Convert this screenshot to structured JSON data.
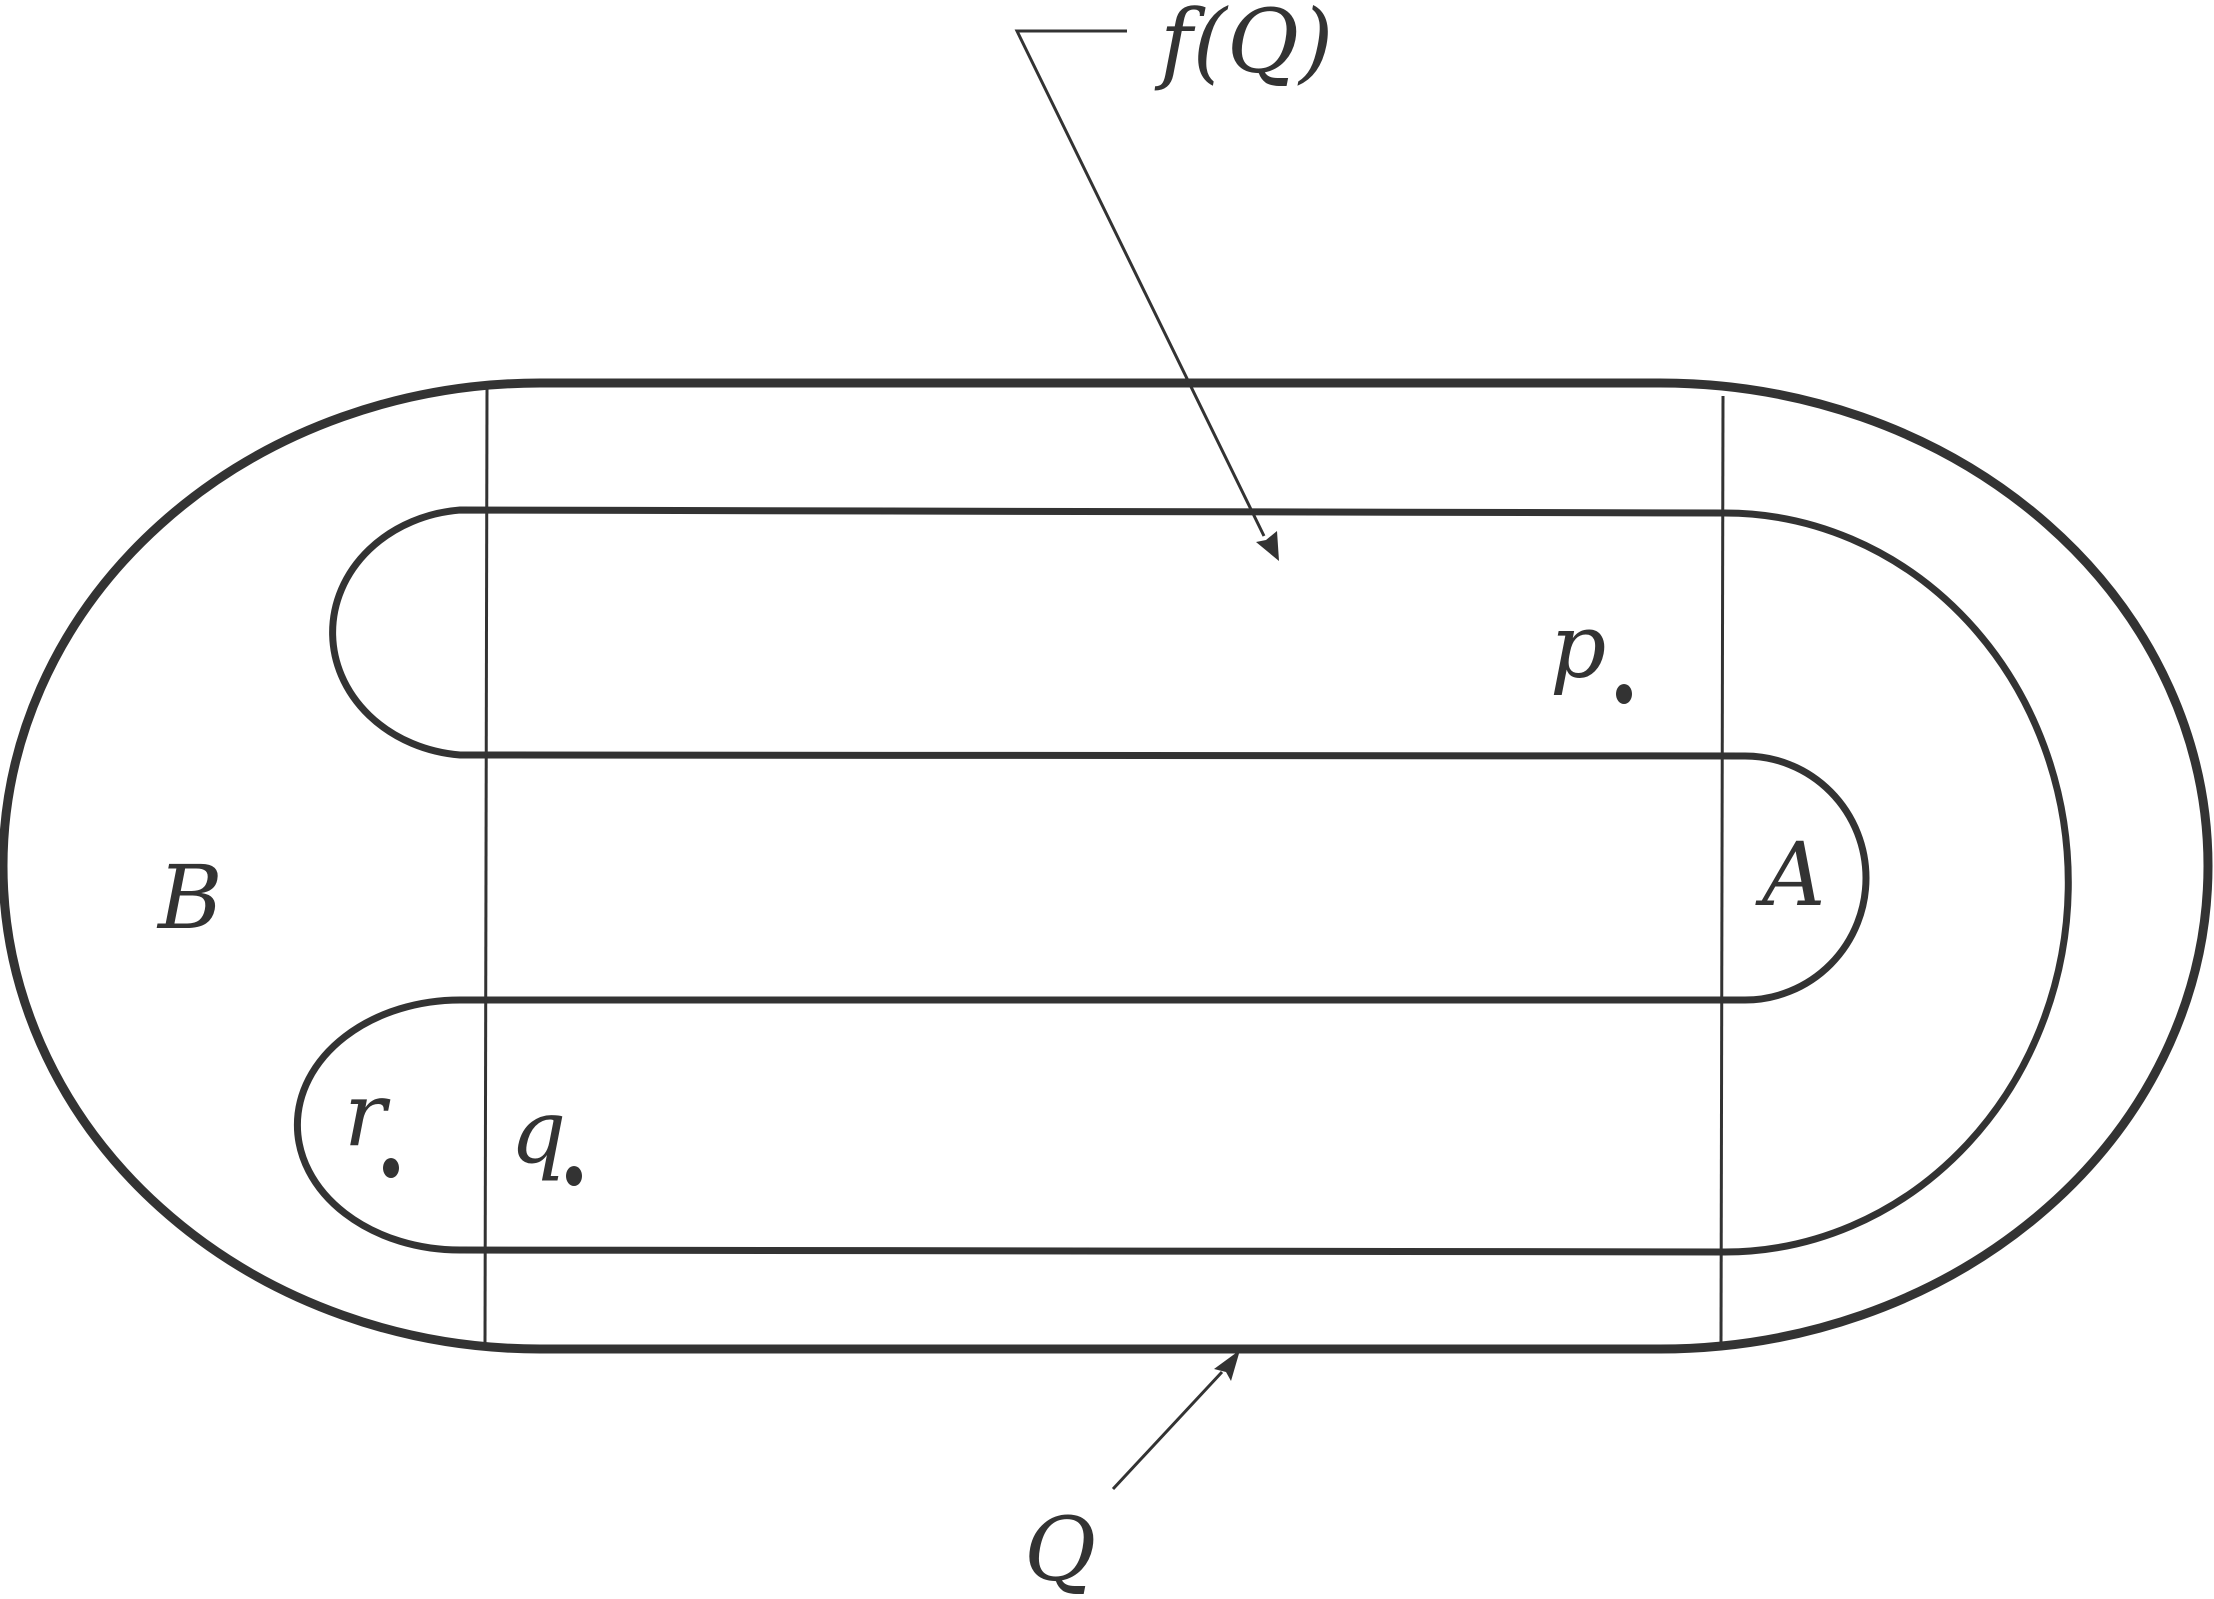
{
  "labels": {
    "fQ": "f(Q)",
    "Q": "Q",
    "A": "A",
    "B": "B",
    "p": "p",
    "q": "q",
    "r": "r"
  },
  "colors": {
    "stroke": "#333333",
    "background": "#ffffff"
  }
}
